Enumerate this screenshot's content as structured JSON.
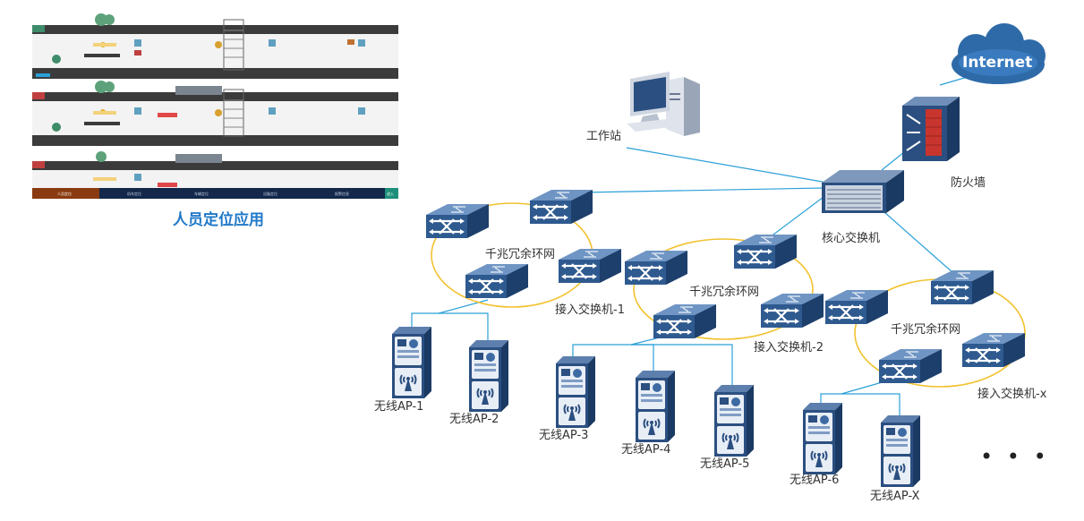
{
  "app_panel": {
    "title": "人员定位应用",
    "nav_tabs": [
      "人员定位",
      "机车定位",
      "车辆定位",
      "设备定位",
      "报警信息",
      "进入"
    ]
  },
  "nodes": {
    "internet": "Internet",
    "firewall": "防火墙",
    "workstation": "工作站",
    "core_switch": "核心交换机",
    "rings": [
      "千兆冗余环网",
      "千兆冗余环网",
      "千兆冗余环网"
    ],
    "access_switches": [
      "接入交换机-1",
      "接入交换机-2",
      "接入交换机-x"
    ],
    "aps": [
      "无线AP-1",
      "无线AP-2",
      "无线AP-3",
      "无线AP-4",
      "无线AP-5",
      "无线AP-6",
      "无线AP-X"
    ],
    "ellipsis": "• • •"
  },
  "colors": {
    "link": "#2aa0d8",
    "ring": "#f2c230",
    "switch": "#2e5a8f",
    "cloud": "#2f6aa8",
    "title": "#1f78c8"
  }
}
